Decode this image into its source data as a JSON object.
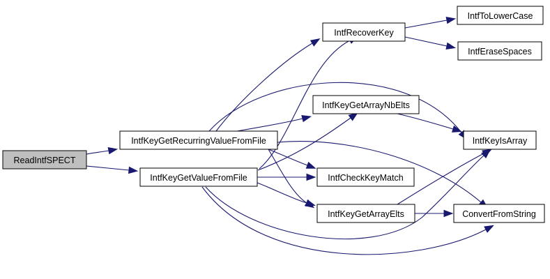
{
  "graph": {
    "nodes": [
      {
        "id": "readintf",
        "label": "ReadIntfSPECT",
        "root": true
      },
      {
        "id": "recurring",
        "label": "IntfKeyGetRecurringValueFromFile"
      },
      {
        "id": "getvalue",
        "label": "IntfKeyGetValueFromFile"
      },
      {
        "id": "recoverkey",
        "label": "IntfRecoverKey"
      },
      {
        "id": "tolower",
        "label": "IntfToLowerCase"
      },
      {
        "id": "erasespaces",
        "label": "IntfEraseSpaces"
      },
      {
        "id": "nbelts",
        "label": "IntfKeyGetArrayNbElts"
      },
      {
        "id": "checkmatch",
        "label": "IntfCheckKeyMatch"
      },
      {
        "id": "arrayelts",
        "label": "IntfKeyGetArrayElts"
      },
      {
        "id": "isarray",
        "label": "IntfKeyIsArray"
      },
      {
        "id": "convert",
        "label": "ConvertFromString"
      }
    ],
    "edges": [
      {
        "from": "readintf",
        "to": "recurring"
      },
      {
        "from": "readintf",
        "to": "getvalue"
      },
      {
        "from": "recurring",
        "to": "recoverkey"
      },
      {
        "from": "recurring",
        "to": "isarray"
      },
      {
        "from": "recurring",
        "to": "nbelts"
      },
      {
        "from": "recurring",
        "to": "convert"
      },
      {
        "from": "recurring",
        "to": "checkmatch"
      },
      {
        "from": "recurring",
        "to": "arrayelts"
      },
      {
        "from": "getvalue",
        "to": "recoverkey"
      },
      {
        "from": "getvalue",
        "to": "nbelts"
      },
      {
        "from": "getvalue",
        "to": "checkmatch"
      },
      {
        "from": "getvalue",
        "to": "arrayelts"
      },
      {
        "from": "getvalue",
        "to": "isarray"
      },
      {
        "from": "getvalue",
        "to": "convert"
      },
      {
        "from": "recoverkey",
        "to": "tolower"
      },
      {
        "from": "recoverkey",
        "to": "erasespaces"
      },
      {
        "from": "nbelts",
        "to": "isarray"
      },
      {
        "from": "arrayelts",
        "to": "isarray"
      },
      {
        "from": "arrayelts",
        "to": "convert"
      }
    ]
  }
}
